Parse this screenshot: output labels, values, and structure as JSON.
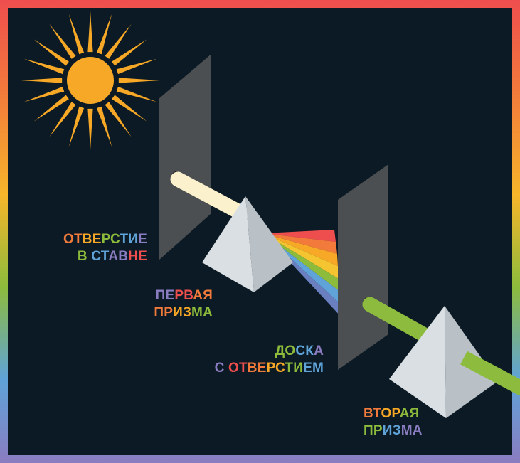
{
  "palette": {
    "background": "#0b1a24",
    "border_gradient": [
      "#ef4e4e",
      "#f27a3b",
      "#f7b52a",
      "#8dbb3c",
      "#5fa3d8",
      "#8a7cc0"
    ],
    "sun": "#f7a826",
    "shutter": "#4b4f52",
    "prism_light": "#d9dfe3",
    "prism_shade": "#b9c1c6",
    "white_beam": "#fbf1cc",
    "green_beam": "#8cbb3d",
    "spectrum": [
      "#ef4e4e",
      "#f27a3b",
      "#f7a826",
      "#f5c431",
      "#8dbb3c",
      "#5fa3d8",
      "#6a7fc0"
    ]
  },
  "labels": {
    "hole_in_shutter": {
      "lines": [
        "ОТВЕРСТИЕ",
        "В СТАВНЕ"
      ]
    },
    "first_prism": {
      "lines": [
        "ПЕРВАЯ",
        "ПРИЗМА"
      ]
    },
    "board_with_hole": {
      "lines": [
        "ДОСКА",
        "С ОТВЕРСТИЕМ"
      ]
    },
    "second_prism": {
      "lines": [
        "ВТОРАЯ",
        "ПРИЗМА"
      ]
    }
  },
  "label_letter_colors": [
    "#f27a3b",
    "#f7a826",
    "#8dbb3c",
    "#5fa3d8",
    "#8a7cc0",
    "#ef4e4e"
  ],
  "icons": [
    "sun-icon"
  ]
}
